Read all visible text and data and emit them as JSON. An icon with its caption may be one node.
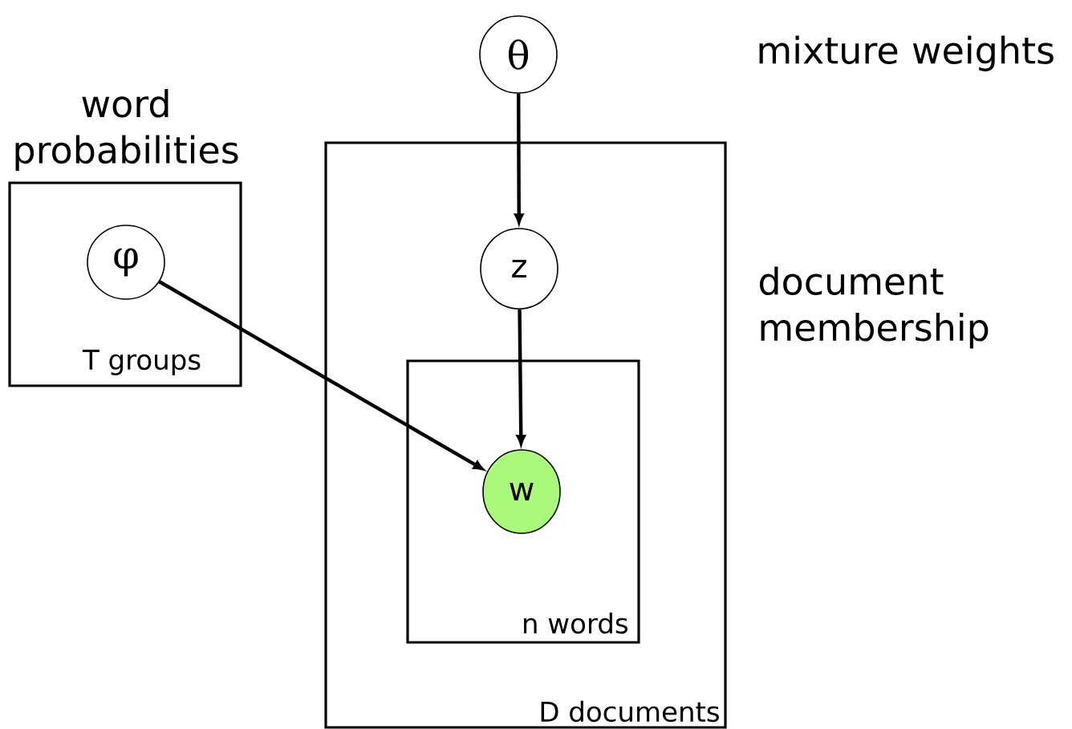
{
  "diagram": {
    "nodes": [
      {
        "text": [
          "word probabilities",
          "T groups"
        ]
      },
      {
        "text": [
          "φ"
        ],
        "in": 0
      },
      {
        "text": [
          "θ"
        ]
      },
      {
        "text": [
          "D documents"
        ]
      },
      {
        "text": [
          "z"
        ],
        "in": 3
      },
      {
        "text": [
          "n words"
        ],
        "in": 3
      },
      {
        "text": [
          "w"
        ],
        "in": 5
      }
    ],
    "edges": [
      {
        "from": 2,
        "to": 4,
        "arrow": "to"
      },
      {
        "from": 4,
        "to": 6,
        "arrow": "to"
      },
      {
        "from": 1,
        "to": 6,
        "arrow": "to"
      }
    ],
    "labels": [
      "mixture weights",
      "document membership"
    ]
  }
}
